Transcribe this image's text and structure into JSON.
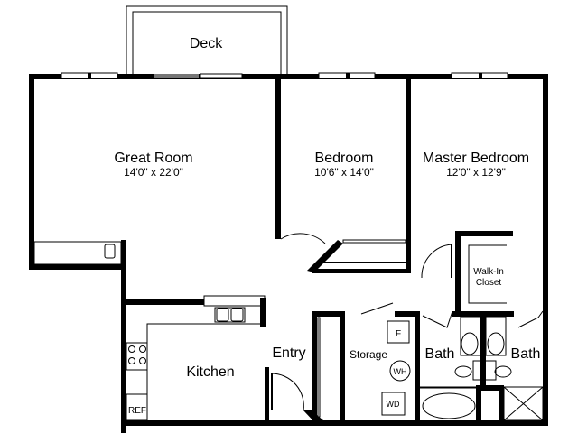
{
  "plan": {
    "rooms": {
      "deck": {
        "name": "Deck"
      },
      "great_room": {
        "name": "Great Room",
        "dims": "14'0\" x 22'0\""
      },
      "bedroom": {
        "name": "Bedroom",
        "dims": "10'6\" x 14'0\""
      },
      "master_bedroom": {
        "name": "Master Bedroom",
        "dims": "12'0\" x 12'9\""
      },
      "walk_in_closet": {
        "line1": "Walk-In",
        "line2": "Closet"
      },
      "kitchen": {
        "name": "Kitchen"
      },
      "entry": {
        "name": "Entry"
      },
      "storage": {
        "name": "Storage"
      },
      "bath_1": {
        "name": "Bath"
      },
      "bath_2": {
        "name": "Bath"
      }
    },
    "fixtures": {
      "furnace": "F",
      "water_heater": "WH",
      "washer_dryer": "WD",
      "refrigerator": "REF"
    },
    "colors": {
      "wall": "#000000",
      "background": "#ffffff"
    }
  }
}
